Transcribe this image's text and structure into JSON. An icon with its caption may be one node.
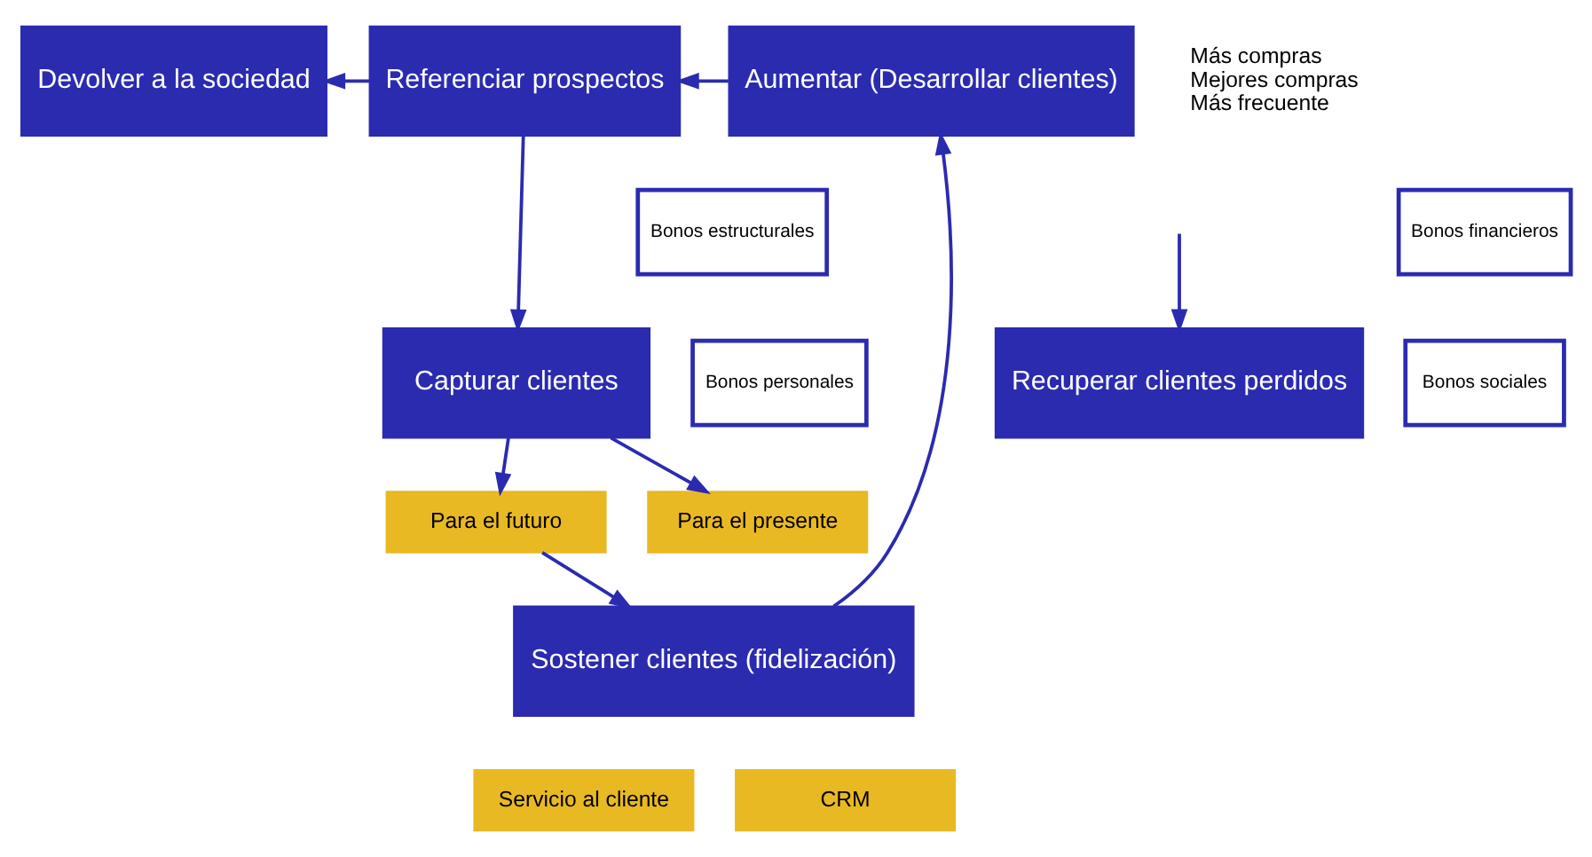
{
  "diagram": {
    "nodes": [
      {
        "text": [
          "Devolver a la sociedad"
        ]
      },
      {
        "text": [
          "Referenciar prospectos"
        ]
      },
      {
        "text": [
          "Aumentar (Desarrollar clientes)"
        ],
        "beside": [
          "Más compras",
          "Mejores compras",
          "Más frecuente"
        ]
      },
      {
        "text": [
          "Para el presente"
        ]
      },
      {
        "text": [
          "Capturar clientes"
        ]
      },
      {
        "text": [
          "Bonos estructurales"
        ]
      },
      {
        "text": [
          "Bonos financieros"
        ]
      },
      {
        "text": [
          "Bonos personales"
        ]
      },
      {
        "text": [
          "Bonos sociales"
        ]
      },
      {
        "text": [
          "Recuperar clientes perdidos"
        ]
      },
      {
        "text": [
          "Para el futuro"
        ]
      },
      {
        "text": [
          "Sostener clientes (fidelización)"
        ]
      },
      {
        "text": [
          "Servicio al cliente"
        ]
      },
      {
        "text": [
          "CRM"
        ]
      }
    ],
    "edges": [
      {
        "from": 1,
        "to": 0,
        "arrow": "to"
      },
      {
        "from": 2,
        "to": 1,
        "arrow": "to"
      },
      {
        "from": 1,
        "to": 4,
        "arrow": "to"
      },
      {
        "from": 4,
        "to": 3,
        "arrow": "to"
      },
      {
        "from": 4,
        "to": 10,
        "arrow": "to"
      },
      {
        "from": 10,
        "to": 11,
        "arrow": "to"
      },
      {
        "from": 11,
        "to": 2,
        "arrow": "to"
      },
      {
        "from": null,
        "to": 9,
        "arrow": "to"
      }
    ]
  }
}
